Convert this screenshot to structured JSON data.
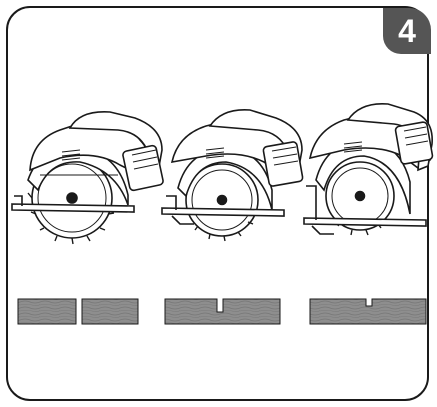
{
  "step": {
    "number": "4"
  },
  "illustration": {
    "stages": [
      "full-cut",
      "plunge-partial",
      "plunge-shallow"
    ],
    "colors": {
      "ink": "#1a1a1a",
      "board": "#8e8e8e",
      "board_grain": "#6f6f6f",
      "badge": "#555555"
    }
  }
}
